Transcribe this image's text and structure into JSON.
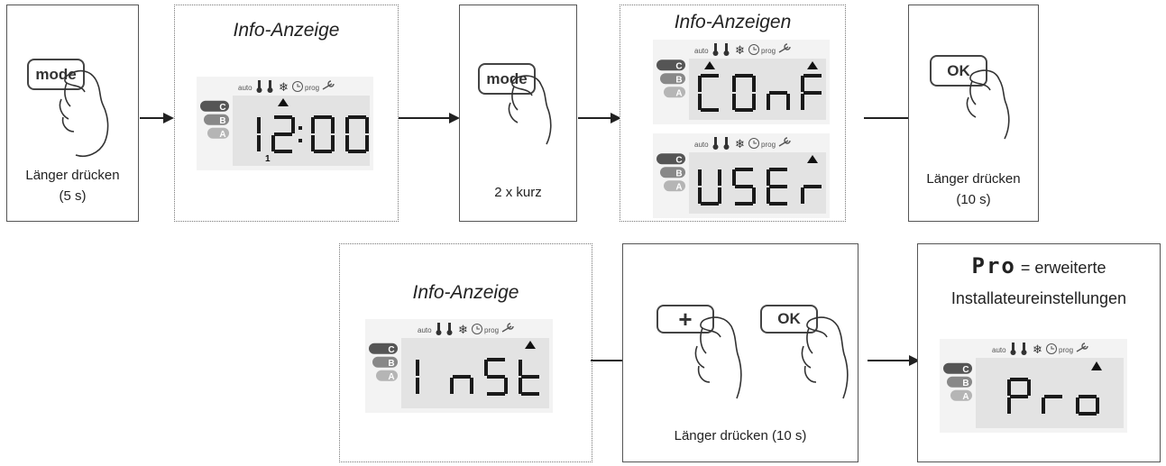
{
  "steps": {
    "step1": {
      "button": "mode",
      "caption_line1": "Länger drücken",
      "caption_line2": "(5 s)"
    },
    "step2": {
      "title": "Info-Anzeige",
      "display": "12:00",
      "small_digit": "1"
    },
    "step3": {
      "button": "mode",
      "caption": "2 x kurz"
    },
    "step4": {
      "title": "Info-Anzeigen",
      "display_a": "COnF",
      "display_b": "USEr"
    },
    "step5": {
      "button": "OK",
      "caption_line1": "Länger drücken",
      "caption_line2": "(10 s)"
    },
    "step6": {
      "title": "Info-Anzeige",
      "display": "InSt"
    },
    "step7": {
      "button_plus": "+",
      "button_ok": "OK",
      "caption": "Länger drücken (10 s)"
    },
    "step8": {
      "heading_code": "Pro",
      "heading_rest": "= erweiterte",
      "heading_line2": "Installateureinstellungen",
      "display": "Pro"
    }
  },
  "lcd_icons": {
    "auto": "auto",
    "prog": "prog"
  },
  "levels": [
    "C",
    "B",
    "A"
  ],
  "colors": {
    "lcd_screen": "#e3e3e3",
    "lcd_frame": "#f3f3f3",
    "level_dark": "#555555",
    "level_mid": "#888888",
    "level_light": "#b5b5b5",
    "segment": "#1a1a1a"
  }
}
